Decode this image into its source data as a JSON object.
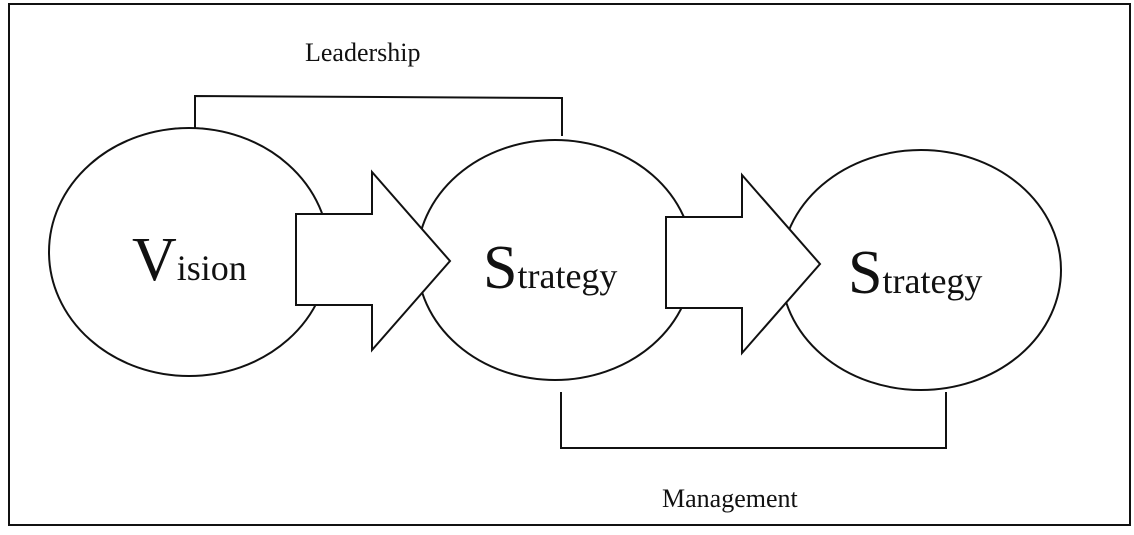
{
  "diagram": {
    "top_bracket_label": "Leadership",
    "bottom_bracket_label": "Management",
    "nodes": [
      {
        "initial": "V",
        "rest": "ision"
      },
      {
        "initial": "S",
        "rest": "trategy"
      },
      {
        "initial": "S",
        "rest": "trategy"
      }
    ]
  },
  "colors": {
    "stroke": "#111111",
    "fill": "#ffffff"
  }
}
